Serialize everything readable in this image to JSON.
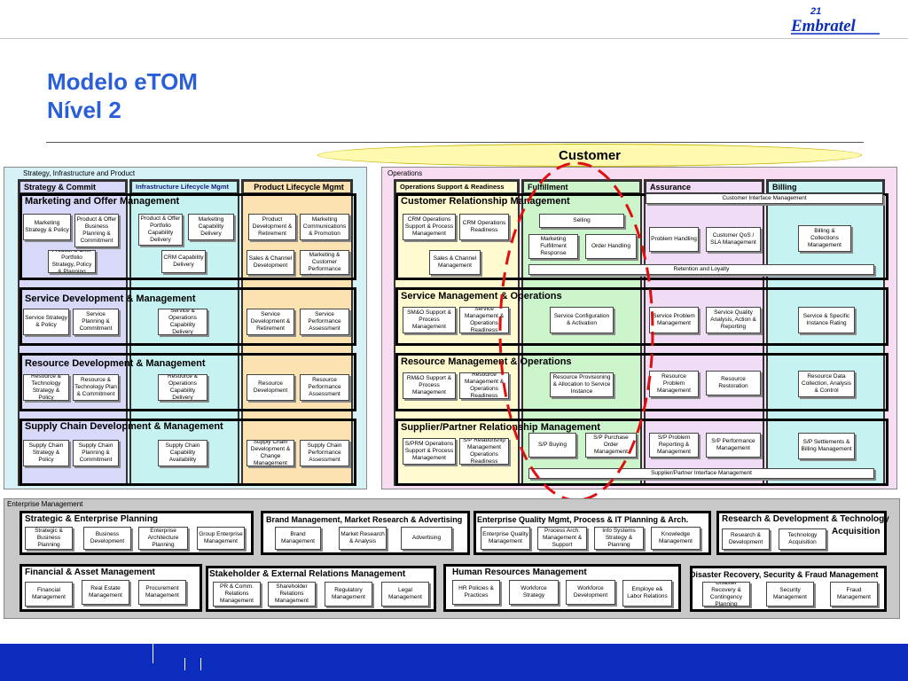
{
  "brand": {
    "logo_text": "Embratel",
    "logo_prefix": "21"
  },
  "title": {
    "line1": "Modelo eTOM",
    "line2": "Nível 2"
  },
  "customer": "Customer",
  "areas": {
    "sip": "Strategy, Infrastructure and Product",
    "ops": "Operations",
    "em": "Enterprise Management"
  },
  "sip_columns": {
    "strategy": "Strategy & Commit",
    "infra": "Infrastructure Lifecycle Mgmt",
    "product": "Product Lifecycle Mgmt"
  },
  "ops_columns": {
    "osr": "Operations Support & Readiness",
    "fulfillment": "Fulfillment",
    "assurance": "Assurance",
    "billing": "Billing"
  },
  "sip_rows": {
    "marketing": {
      "title": "Marketing and Offer Management",
      "items": [
        "Marketing Strategy & Policy",
        "Product & Offer Business Planning & Commitment",
        "Product & Offer Portfolio Strategy, Policy & Planning",
        "Product & Offer Portfolio Capability Delivery",
        "Marketing Capability Delivery",
        "CRM Capability Delivery",
        "Product Development & Retirement",
        "Marketing Communications & Promotion",
        "Sales & Channel Development",
        "Product, Marketing & Customer Performance Assessment"
      ]
    },
    "service": {
      "title": "Service Development & Management",
      "items": [
        "Service Strategy & Policy",
        "Service Planning & Commitment",
        "Service & Operations Capability Delivery",
        "Service Development & Retirement",
        "Service Performance Assessment"
      ]
    },
    "resource": {
      "title": "Resource Development & Management",
      "items": [
        "Resource & Technology Strategy & Policy",
        "Resource & Technology Plan & Commitment",
        "Resource & Operations Capability Delivery",
        "Resource Development",
        "Resource Performance Assessment"
      ]
    },
    "supply": {
      "title": "Supply Chain Development & Management",
      "items": [
        "Supply Chain Strategy & Policy",
        "Supply Chain Planning & Commitment",
        "Supply Chain Capability Availability",
        "Supply Chain Development & Change Management",
        "Supply Chain Performance Assessment"
      ]
    }
  },
  "ops_rows": {
    "crm": {
      "title": "Customer Relationship Management",
      "items": [
        "CRM Operations Support & Process Management",
        "CRM Operations Readiness",
        "Sales & Channel Management",
        "Selling",
        "Marketing Fulfillment Response",
        "Order Handling",
        "Problem Handling",
        "Customer QoS / SLA Management",
        "Billing & Collections Management",
        "Customer Interface Management",
        "Retention and Loyalty"
      ]
    },
    "smo": {
      "title": "Service Management & Operations",
      "items": [
        "SM&O Support & Process Management",
        "Service Management & Operations Readiness",
        "Service Configuration & Activation",
        "Service Problem Management",
        "Service Quality Analysis, Action & Reporting",
        "Service & Specific Instance Rating"
      ]
    },
    "rmo": {
      "title": "Resource Management & Operations",
      "items": [
        "RM&O Support & Process Management",
        "Resource Management & Operations Readiness",
        "Resource Provisioning & Allocation to Service Instance",
        "Resource Problem Management",
        "Resource Restoration",
        "Resource Data Collection, Analysis & Control"
      ]
    },
    "sprm": {
      "title": "Supplier/Partner Relationship Management",
      "items": [
        "S/PRM Operations Support & Process Management",
        "S/P Relationship Management Operations Readiness",
        "S/P Buying",
        "S/P Purchase Order Management",
        "S/P Problem Reporting & Management",
        "S/P Performance Management",
        "S/P Settlements & Billing Management",
        "Supplier/Partner Interface Management"
      ]
    }
  },
  "em_groups": [
    {
      "title": "Strategic & Enterprise Planning",
      "items": [
        "Strategic & Business Planning",
        "Business Development",
        "Enterprise Architecture Planning",
        "Group Enterprise Management"
      ]
    },
    {
      "title": "Brand Management, Market Research & Advertising",
      "items": [
        "Brand Management",
        "Market Research & Analysis",
        "Advertising"
      ]
    },
    {
      "title": "Enterprise Quality Mgmt, Process & IT Planning & Arch.",
      "items": [
        "Enterprise Quality Management",
        "Process Arch. Management & Support",
        "Info Systems Strategy & Planning",
        "Knowledge Management"
      ]
    },
    {
      "title": "Research & Development & Technology",
      "title2": "Acquisition",
      "items": [
        "Research & Development",
        "Technology Acquisition"
      ]
    },
    {
      "title": "Financial & Asset Management",
      "items": [
        "Financial Management",
        "Real Estate Management",
        "Procurement Management"
      ]
    },
    {
      "title": "Stakeholder & External Relations Management",
      "items": [
        "PR & Comm. Relations Management",
        "Shareholder Relations Management",
        "Regulatory Management",
        "Legal Management"
      ]
    },
    {
      "title": "Human Resources Management",
      "items": [
        "HR Policies & Practices",
        "Workforce Strategy",
        "Workforce Development",
        "Employe e& Labor Relations"
      ]
    },
    {
      "title": "Disaster Recovery, Security & Fraud Management",
      "items": [
        "Disaster Recovery & Contingency Planning",
        "Security Management",
        "Fraud Management"
      ]
    }
  ],
  "colors": {
    "title_blue": "#2b5fd9",
    "bar_blue": "#0d2dbf",
    "sip_bg": "#d6f2f6",
    "ops_bg": "#f7dcf2",
    "strategy_col": "#d8d8f8",
    "infra_col": "#c6f2f2",
    "product_col": "#fbe2b0",
    "osr_col": "#fffad0",
    "fulfillment_col": "#ccf5cc",
    "assurance_col": "#f0dcf5",
    "billing_col": "#c6f2f2",
    "annotation_red": "#e01010"
  }
}
